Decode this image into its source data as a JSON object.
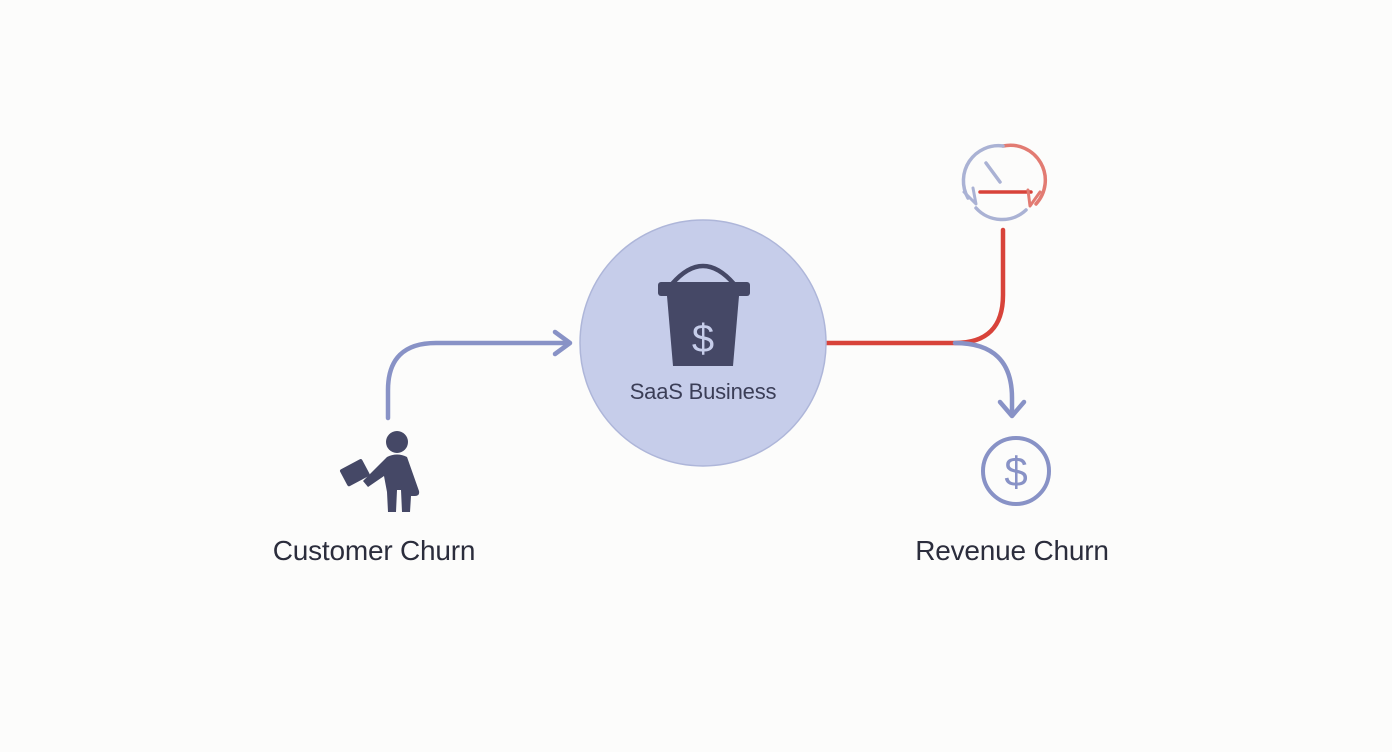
{
  "nodes": {
    "center": {
      "label": "SaaS Business",
      "icon": "money-bucket-icon"
    },
    "left": {
      "label": "Customer Churn",
      "icon": "departing-person-icon"
    },
    "right": {
      "label": "Revenue Churn",
      "icon": "dollar-circle-icon"
    },
    "top_right": {
      "icon": "clock-refresh-icon"
    }
  },
  "colors": {
    "background": "#fcfcfb",
    "center_fill": "#c6cdea",
    "center_stroke": "#aeb6d9",
    "icon_dark": "#454866",
    "arrow_blue": "#8892c6",
    "arrow_red": "#d8433a",
    "label_text": "#2b2d3c"
  },
  "edges": [
    {
      "from": "left",
      "to": "center",
      "color": "arrow_blue"
    },
    {
      "from": "center",
      "to": "top_right",
      "color": "arrow_red"
    },
    {
      "from": "center",
      "to": "right",
      "color": "arrow_blue"
    }
  ]
}
